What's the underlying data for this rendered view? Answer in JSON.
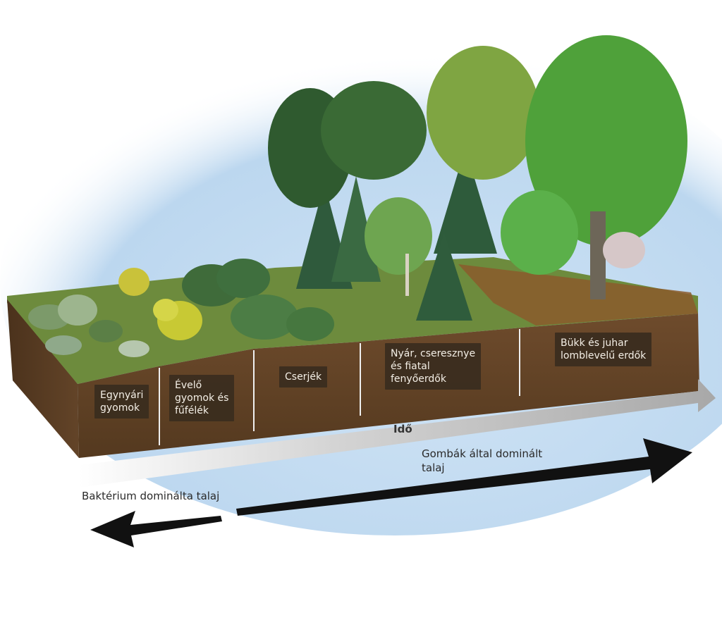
{
  "stages": [
    {
      "label": "Egynyári\ngyomok"
    },
    {
      "label": "Évelő\ngyomok és\nfűfélék"
    },
    {
      "label": "Cserjék"
    },
    {
      "label": "Nyár, cseresznye\nés fiatal\nfenyőerdők"
    },
    {
      "label": "Bükk és juhar\nlomblevelű erdők"
    }
  ],
  "time_axis": {
    "label": "Idő"
  },
  "soil": {
    "fungi_label": "Gombák által dominált\ntalaj",
    "bacteria_label": "Baktérium dominálta talaj"
  },
  "colors": {
    "sky": "#bcd7ef",
    "soil": "#6b4a2e",
    "soil_dark": "#4f3520",
    "grass": "#5f8a3a",
    "label_bg": "#3a2c1e",
    "arrow_grey": "#b9b9b9",
    "arrow_black": "#111111"
  }
}
